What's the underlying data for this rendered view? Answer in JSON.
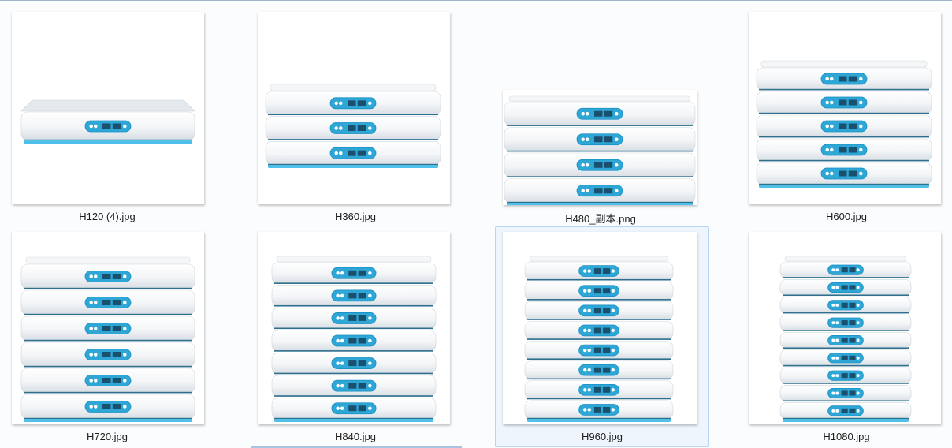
{
  "window": {
    "view": "Large icons"
  },
  "files": [
    {
      "name": "H120 (4).jpg",
      "layers": 1,
      "selected": false
    },
    {
      "name": "H360.jpg",
      "layers": 3,
      "selected": false
    },
    {
      "name": "H480_副本.png",
      "layers": 4,
      "selected": false
    },
    {
      "name": "H600.jpg",
      "layers": 5,
      "selected": false
    },
    {
      "name": "H720.jpg",
      "layers": 6,
      "selected": false
    },
    {
      "name": "H840.jpg",
      "layers": 7,
      "selected": false
    },
    {
      "name": "H960.jpg",
      "layers": 8,
      "selected": true
    },
    {
      "name": "H1080.jpg",
      "layers": 9,
      "selected": false
    }
  ],
  "colors": {
    "accent": "#1a8fc4",
    "panel": "#2ea7d6",
    "shell": "#f6f8fa",
    "selection_bg": "#eef5fc",
    "selection_border": "#b8d6f3"
  }
}
